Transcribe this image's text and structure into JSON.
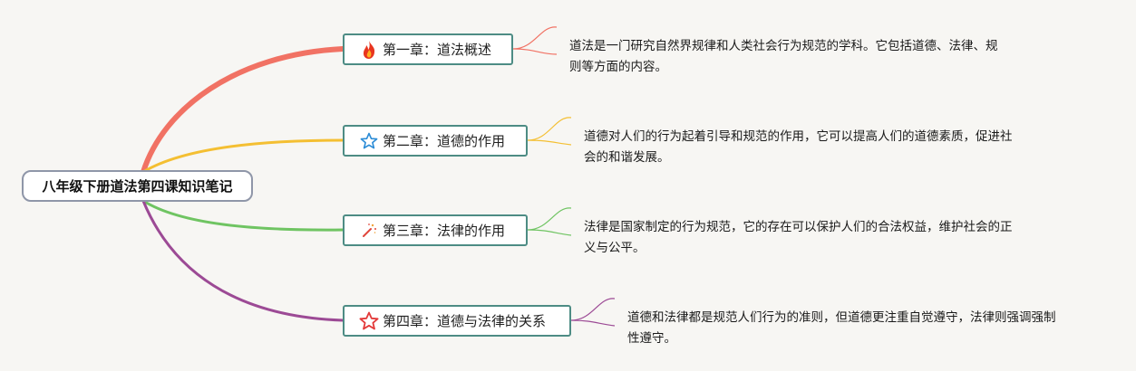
{
  "root": {
    "title": "八年级下册道法第四课知识笔记"
  },
  "branches": [
    {
      "label": "第一章：道法概述",
      "icon": "fire-icon",
      "color": "#f17264",
      "note": [
        "道法是一门研究自然界规律和人类社会行为规范的学科。它包括道德、法律、规",
        "则等方面的内容。"
      ]
    },
    {
      "label": "第二章：道德的作用",
      "icon": "star-outline-icon",
      "color": "#f4bf32",
      "note": [
        "道德对人们的行为起着引导和规范的作用，它可以提高人们的道德素质，促进社",
        "会的和谐发展。"
      ]
    },
    {
      "label": "第三章：法律的作用",
      "icon": "magic-wand-icon",
      "color": "#6fc462",
      "note": [
        "法律是国家制定的行为规范，它的存在可以保护人们的合法权益，维护社会的正",
        "义与公平。"
      ]
    },
    {
      "label": "第四章：道德与法律的关系",
      "icon": "red-star-icon",
      "color": "#9c4a95",
      "note": [
        "道德和法律都是规范人们行为的准则，但道德更注重自觉遵守，法律则强调强制",
        "性遵守。"
      ]
    }
  ]
}
